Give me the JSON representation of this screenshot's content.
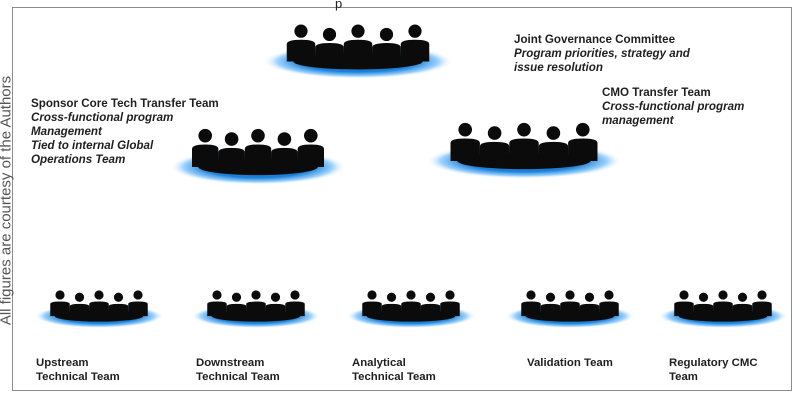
{
  "figure": {
    "top_text": "p",
    "side_credit": "All figures are courtesy of the Authors"
  },
  "colors": {
    "glow_inner": "#1a7fd6",
    "glow_outer": "#9fd3ff",
    "silhouette": "#0b0b0b"
  },
  "teams": {
    "joint_governance": {
      "name": "Joint Governance Committee",
      "desc1": "Program priorities, strategy and",
      "desc2": "issue resolution"
    },
    "sponsor_core": {
      "name": "Sponsor Core Tech Transfer Team",
      "desc1": "Cross-functional program",
      "desc2": "Management",
      "desc3": "Tied to internal Global",
      "desc4": "Operations Team"
    },
    "cmo_transfer": {
      "name": "CMO Transfer Team",
      "desc1": "Cross-functional program",
      "desc2": "management"
    },
    "upstream": {
      "line1": "Upstream",
      "line2": "Technical Team"
    },
    "downstream": {
      "line1": "Downstream",
      "line2": "Technical Team"
    },
    "analytical": {
      "line1": "Analytical",
      "line2": "Technical Team"
    },
    "validation": {
      "line1": "Validation Team"
    },
    "regulatory": {
      "line1": "Regulatory CMC",
      "line2": "Team"
    }
  },
  "icons": {
    "team_graphic": "team-silhouette-icon"
  }
}
